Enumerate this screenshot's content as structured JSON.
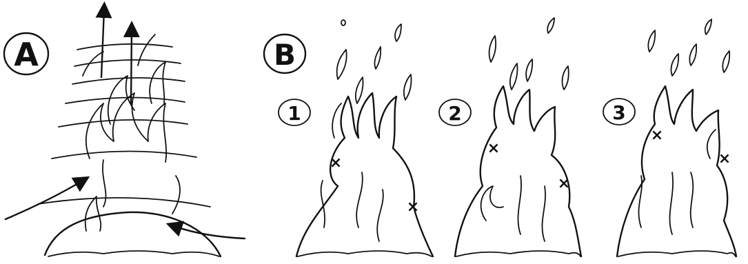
{
  "panels": {
    "a": {
      "label": "A"
    },
    "b": {
      "label": "B",
      "frames": [
        {
          "label": "1"
        },
        {
          "label": "2"
        },
        {
          "label": "3"
        }
      ]
    }
  },
  "marker_glyph": "×",
  "colors": {
    "ink": "#111111",
    "paper": "#ffffff"
  }
}
